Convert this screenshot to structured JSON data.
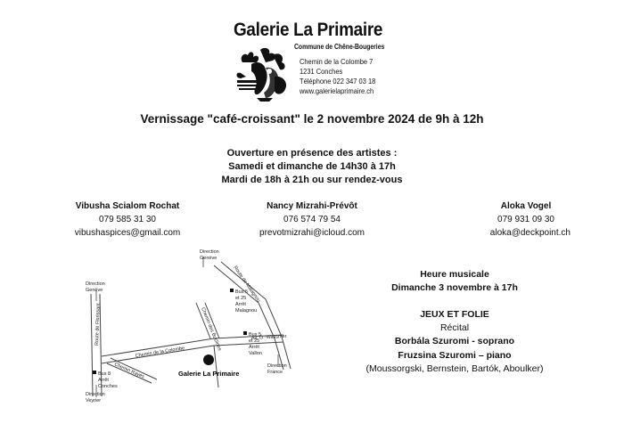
{
  "header": {
    "title": "Galerie La Primaire",
    "commune": "Commune de Chêne-Bougeries",
    "address": [
      "Chemin de la Colombe 7",
      "1231 Conches",
      "Téléphone 022 347 03 18",
      "www.galerielaprimaire.ch"
    ]
  },
  "vernissage": "Vernissage \"café-croissant\" le 2 novembre 2024 de 9h à 12h",
  "opening": {
    "line1": "Ouverture en présence des artistes :",
    "line2": "Samedi et dimanche de 14h30 à 17h",
    "line3": "Mardi de 18h à 21h ou sur rendez-vous"
  },
  "artists": [
    {
      "name": "Vibusha Scialom Rochat",
      "phone": "079 585 31 30",
      "email": "vibushaspices@gmail.com"
    },
    {
      "name": "Nancy Mizrahi-Prévôt",
      "phone": "076 574 79 54",
      "email": "prevotmizrahi@icloud.com"
    },
    {
      "name": "Aloka Vogel",
      "phone": "079 931 09 30",
      "email": "aloka@deckpoint.ch"
    }
  ],
  "musicale": {
    "title": "Heure musicale",
    "date": "Dimanche 3 novembre à 17h",
    "program": "JEUX ET FOLIE",
    "type": "Récital",
    "performer1": "Borbála Szuromi - soprano",
    "performer2": "Fruzsina Szuromi – piano",
    "composers": "(Moussorgski, Bernstein, Bartók, Aboulker)"
  },
  "map": {
    "dir_geneve_top": [
      "Direction",
      "Genève"
    ],
    "dir_geneve_left": [
      "Direction",
      "Genève"
    ],
    "dir_veyrier": [
      "Direction",
      "Veyrier"
    ],
    "dir_france": [
      "Direction",
      "France"
    ],
    "route_malagnou": "Route de Malagnou",
    "route_florissant": "Route de Florissant",
    "ch_colombe": "Chemin de la Colombe",
    "ch_buclines": "Chemin des Buclines",
    "ch_rayes": "Chemin Rayes",
    "av_wassmer": "Av. G.-Wassmer",
    "bus_malagnou": [
      "Bus 5",
      "et 25",
      "Arrêt",
      "Malagnou"
    ],
    "bus_vallon": [
      "Bus 5",
      "et 25",
      "Arrêt",
      "Vallon"
    ],
    "bus_conches": [
      "Bus 8",
      "Arrêt",
      "Conches"
    ],
    "gallery_label": "Galerie La Primaire"
  }
}
